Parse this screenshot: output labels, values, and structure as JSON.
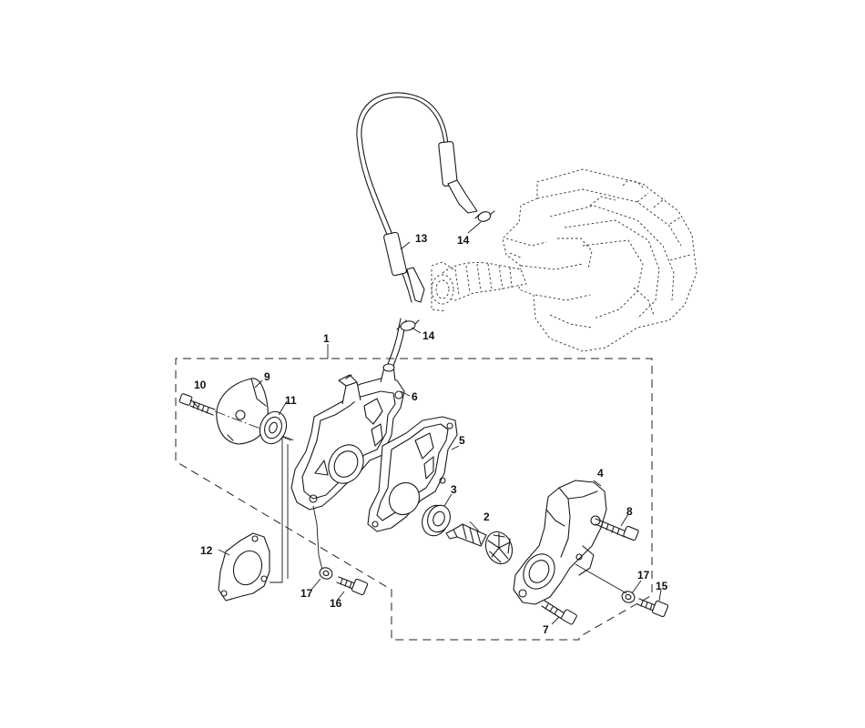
{
  "callouts": {
    "c1": "1",
    "c2": "2",
    "c3": "3",
    "c4": "4",
    "c5": "5",
    "c6": "6",
    "c7": "7",
    "c8": "8",
    "c9": "9",
    "c10": "10",
    "c11": "11",
    "c12": "12",
    "c13": "13",
    "c14a": "14",
    "c14b": "14",
    "c15": "15",
    "c16": "16",
    "c17a": "17",
    "c17b": "17"
  }
}
